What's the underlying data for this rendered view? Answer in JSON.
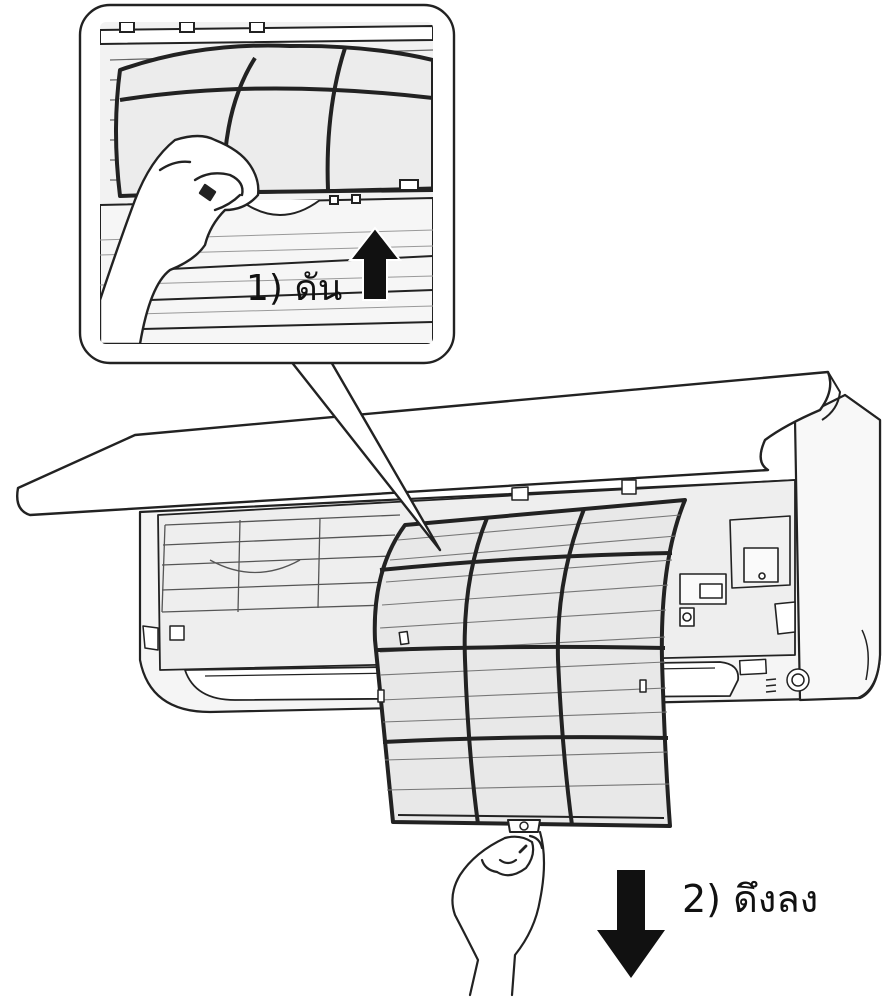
{
  "diagram": {
    "steps": [
      {
        "label": "1) ดัน",
        "direction": "up"
      },
      {
        "label": "2) ดึงลง",
        "direction": "down"
      }
    ]
  },
  "colors": {
    "outline": "#222222",
    "panel_fill": "#ffffff",
    "body_fill": "#f4f4f4",
    "interior_fill": "#ececec",
    "mesh_fill": "#e6e6e6",
    "arrow_fill": "#111111"
  },
  "icons": {
    "step1_arrow": "arrow-up-icon",
    "step2_arrow": "arrow-down-icon"
  }
}
